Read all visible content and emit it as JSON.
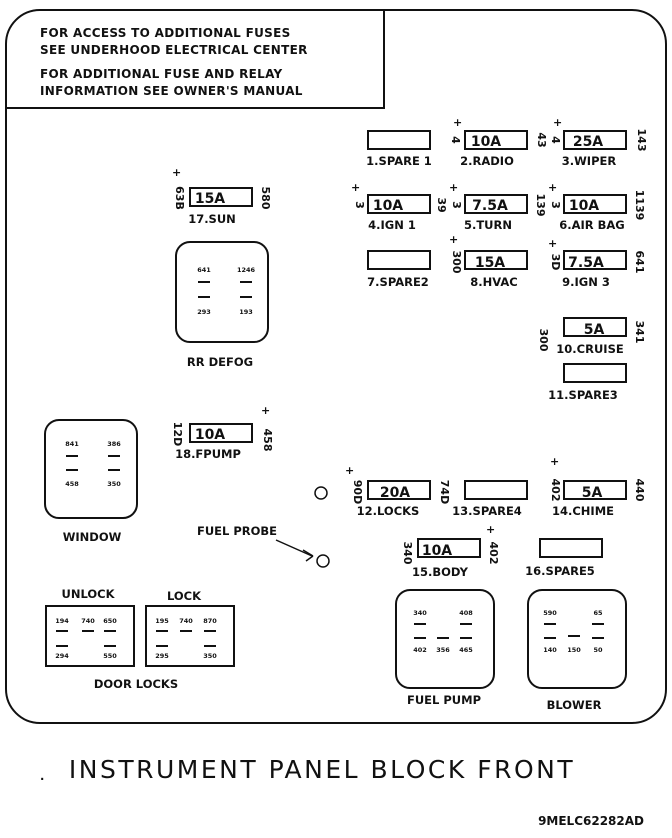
{
  "notes": [
    "FOR ACCESS TO ADDITIONAL FUSES",
    "SEE UNDERHOOD ELECTRICAL CENTER",
    "FOR ADDITIONAL FUSE AND RELAY",
    "INFORMATION SEE OWNER'S MANUAL"
  ],
  "fuses": [
    {
      "label": "1.SPARE 1",
      "amp": ""
    },
    {
      "label": "2.RADIO",
      "amp": "10A"
    },
    {
      "label": "3.WIPER",
      "amp": "25A"
    },
    {
      "label": "4.IGN 1",
      "amp": "10A"
    },
    {
      "label": "5.TURN",
      "amp": "7.5A"
    },
    {
      "label": "6.AIR BAG",
      "amp": "10A"
    },
    {
      "label": "7.SPARE2",
      "amp": ""
    },
    {
      "label": "8.HVAC",
      "amp": "15A"
    },
    {
      "label": "9.IGN 3",
      "amp": "7.5A"
    },
    {
      "label": "10.CRUISE",
      "amp": "5A"
    },
    {
      "label": "11.SPARE3",
      "amp": ""
    },
    {
      "label": "12.LOCKS",
      "amp": "20A"
    },
    {
      "label": "13.SPARE4",
      "amp": ""
    },
    {
      "label": "14.CHIME",
      "amp": "5A"
    },
    {
      "label": "15.BODY",
      "amp": "10A"
    },
    {
      "label": "16.SPARE5",
      "amp": ""
    },
    {
      "label": "17.SUN",
      "amp": "15A"
    },
    {
      "label": "18.FPUMP",
      "amp": "10A"
    }
  ],
  "circuits": {
    "c2l": "4",
    "c2r": "43",
    "c3l": "4",
    "c3r": "143",
    "c4l": "3",
    "c4r": "39",
    "c5l": "3",
    "c5r": "139",
    "c6l": "3",
    "c6r": "1139",
    "c8l": "300",
    "c9l": "3D",
    "c9r": "641",
    "c10l": "300",
    "c10r": "341",
    "c12l": "90D",
    "c12r": "74D",
    "c14l": "402",
    "c14r": "440",
    "c15l": "340",
    "c15r": "402",
    "c17l": "63B",
    "c17r": "580",
    "c18l": "12D",
    "c18r": "458"
  },
  "relays": {
    "rr_defog": {
      "label": "RR DEFOG",
      "pins": [
        "641",
        "1246",
        "293",
        "193"
      ]
    },
    "window": {
      "label": "WINDOW",
      "pins": [
        "841",
        "386",
        "458",
        "350"
      ]
    },
    "fuel_pump": {
      "label": "FUEL PUMP",
      "pins": [
        "340",
        "408",
        "402",
        "356",
        "465"
      ]
    },
    "blower": {
      "label": "BLOWER",
      "pins": [
        "590",
        "65",
        "140",
        "150",
        "50"
      ]
    }
  },
  "door_locks": {
    "label": "DOOR LOCKS",
    "unlock_label": "UNLOCK",
    "lock_label": "LOCK",
    "unlock_pins": [
      "194",
      "740",
      "650",
      "294",
      "550"
    ],
    "lock_pins": [
      "195",
      "740",
      "870",
      "295",
      "350"
    ]
  },
  "fuel_probe_label": "FUEL PROBE",
  "panel_title": "INSTRUMENT PANEL BLOCK FRONT",
  "diagram_code": "9MELC62282AD"
}
